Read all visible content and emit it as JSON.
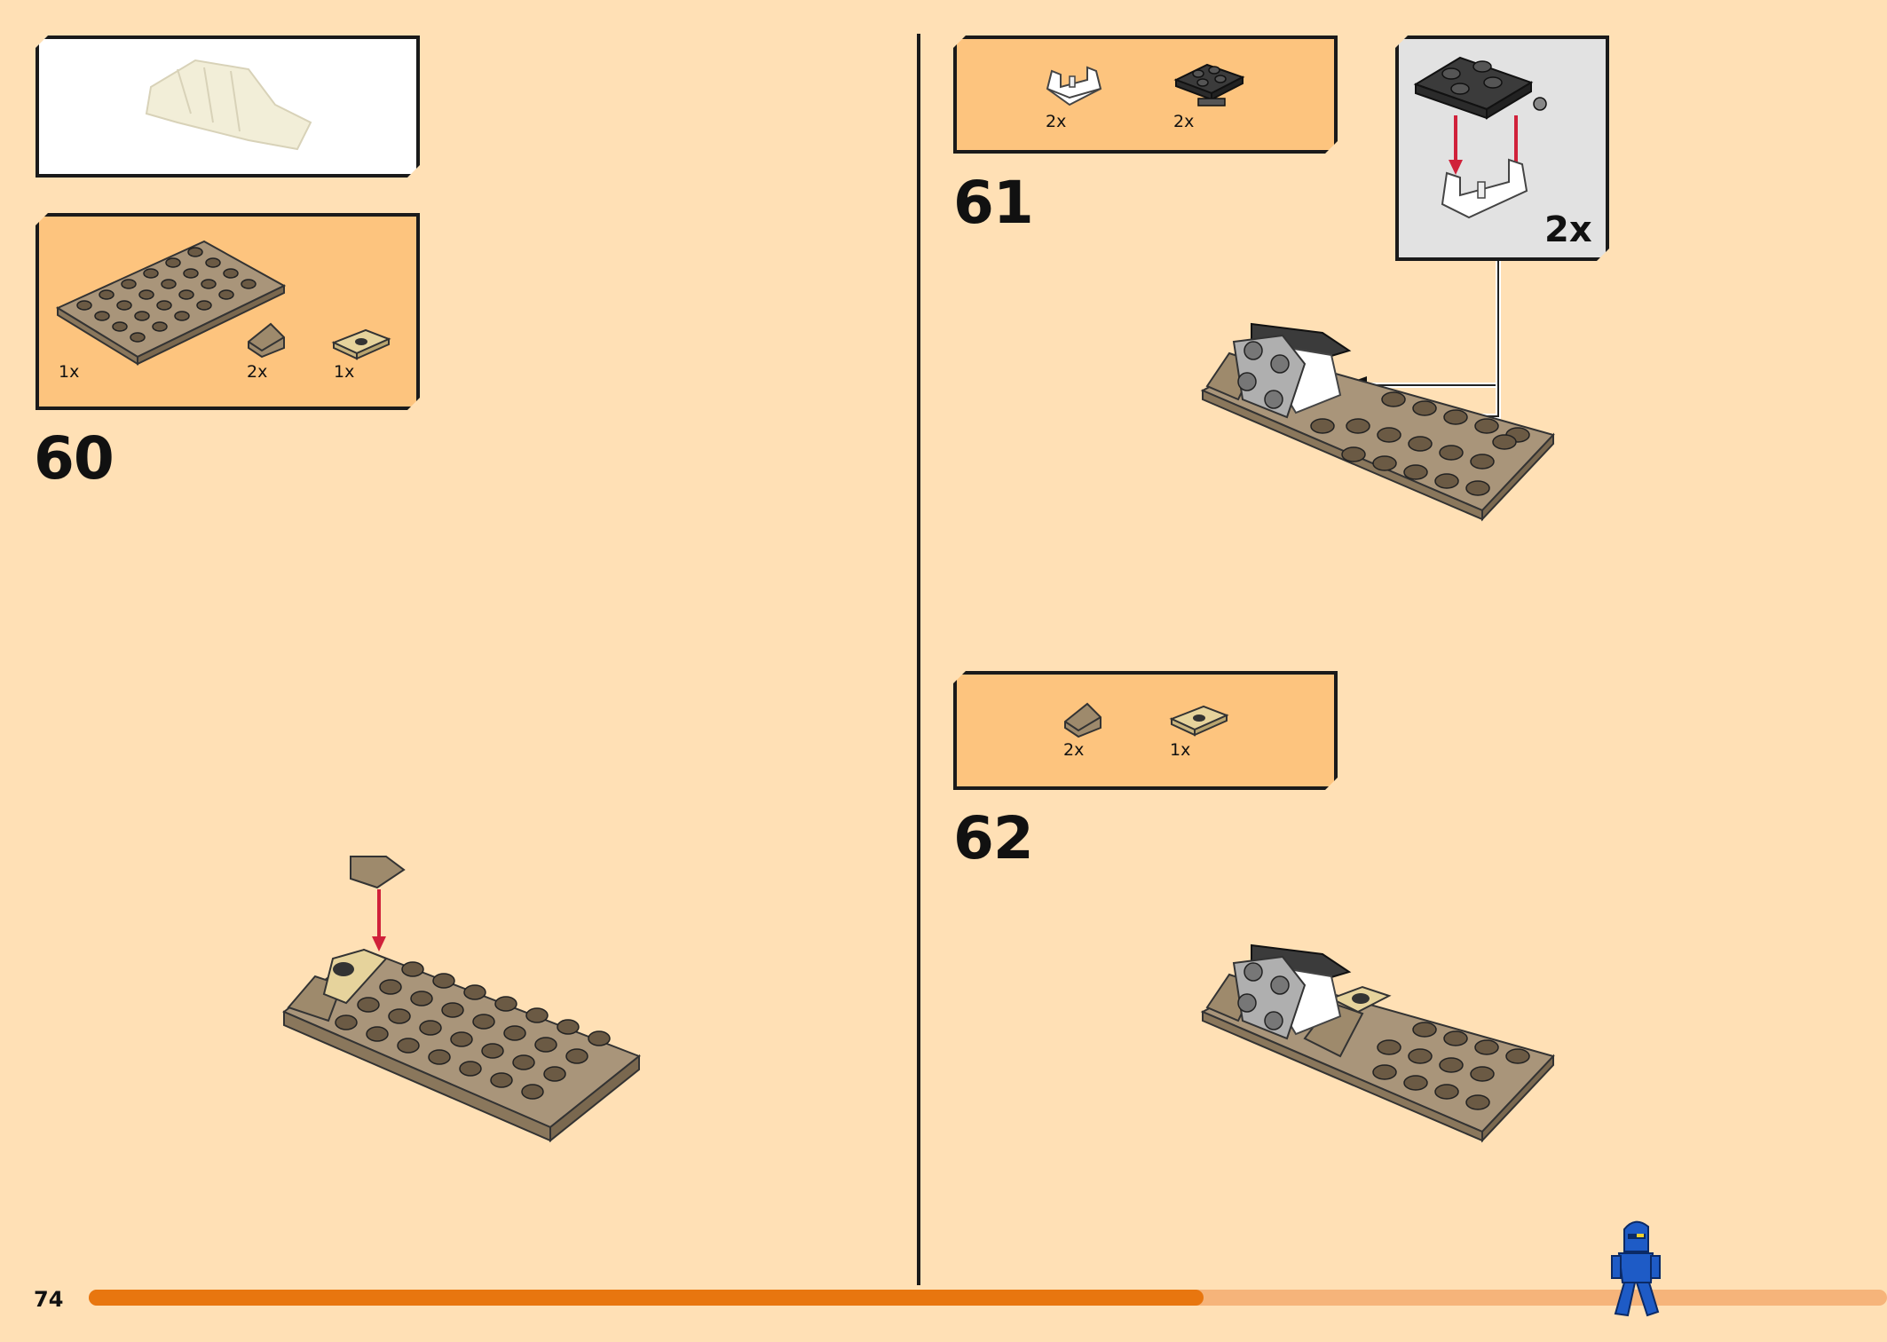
{
  "page": {
    "number": "74",
    "progress": 0.62
  },
  "steps": [
    {
      "number": "60",
      "parts": [
        {
          "name": "plate-6x12-dark-tan",
          "qty": "1x"
        },
        {
          "name": "slope-dark-tan",
          "qty": "2x"
        },
        {
          "name": "jumper-plate-tan",
          "qty": "1x"
        }
      ]
    },
    {
      "number": "61",
      "parts": [
        {
          "name": "clip-white",
          "qty": "2x"
        },
        {
          "name": "plate-2x2-clip-black",
          "qty": "2x"
        }
      ],
      "subassembly_qty": "2x"
    },
    {
      "number": "62",
      "parts": [
        {
          "name": "slope-dark-tan",
          "qty": "2x"
        },
        {
          "name": "jumper-plate-tan",
          "qty": "1x"
        }
      ]
    }
  ],
  "colors": {
    "background": "#FFE0B5",
    "parts_box": "#FDC47E",
    "progress": "#E8760F",
    "arrow": "#D0213A",
    "brick": "#9E8A6C"
  },
  "icons": [
    "model-preview-icon",
    "minifigure-icon"
  ]
}
